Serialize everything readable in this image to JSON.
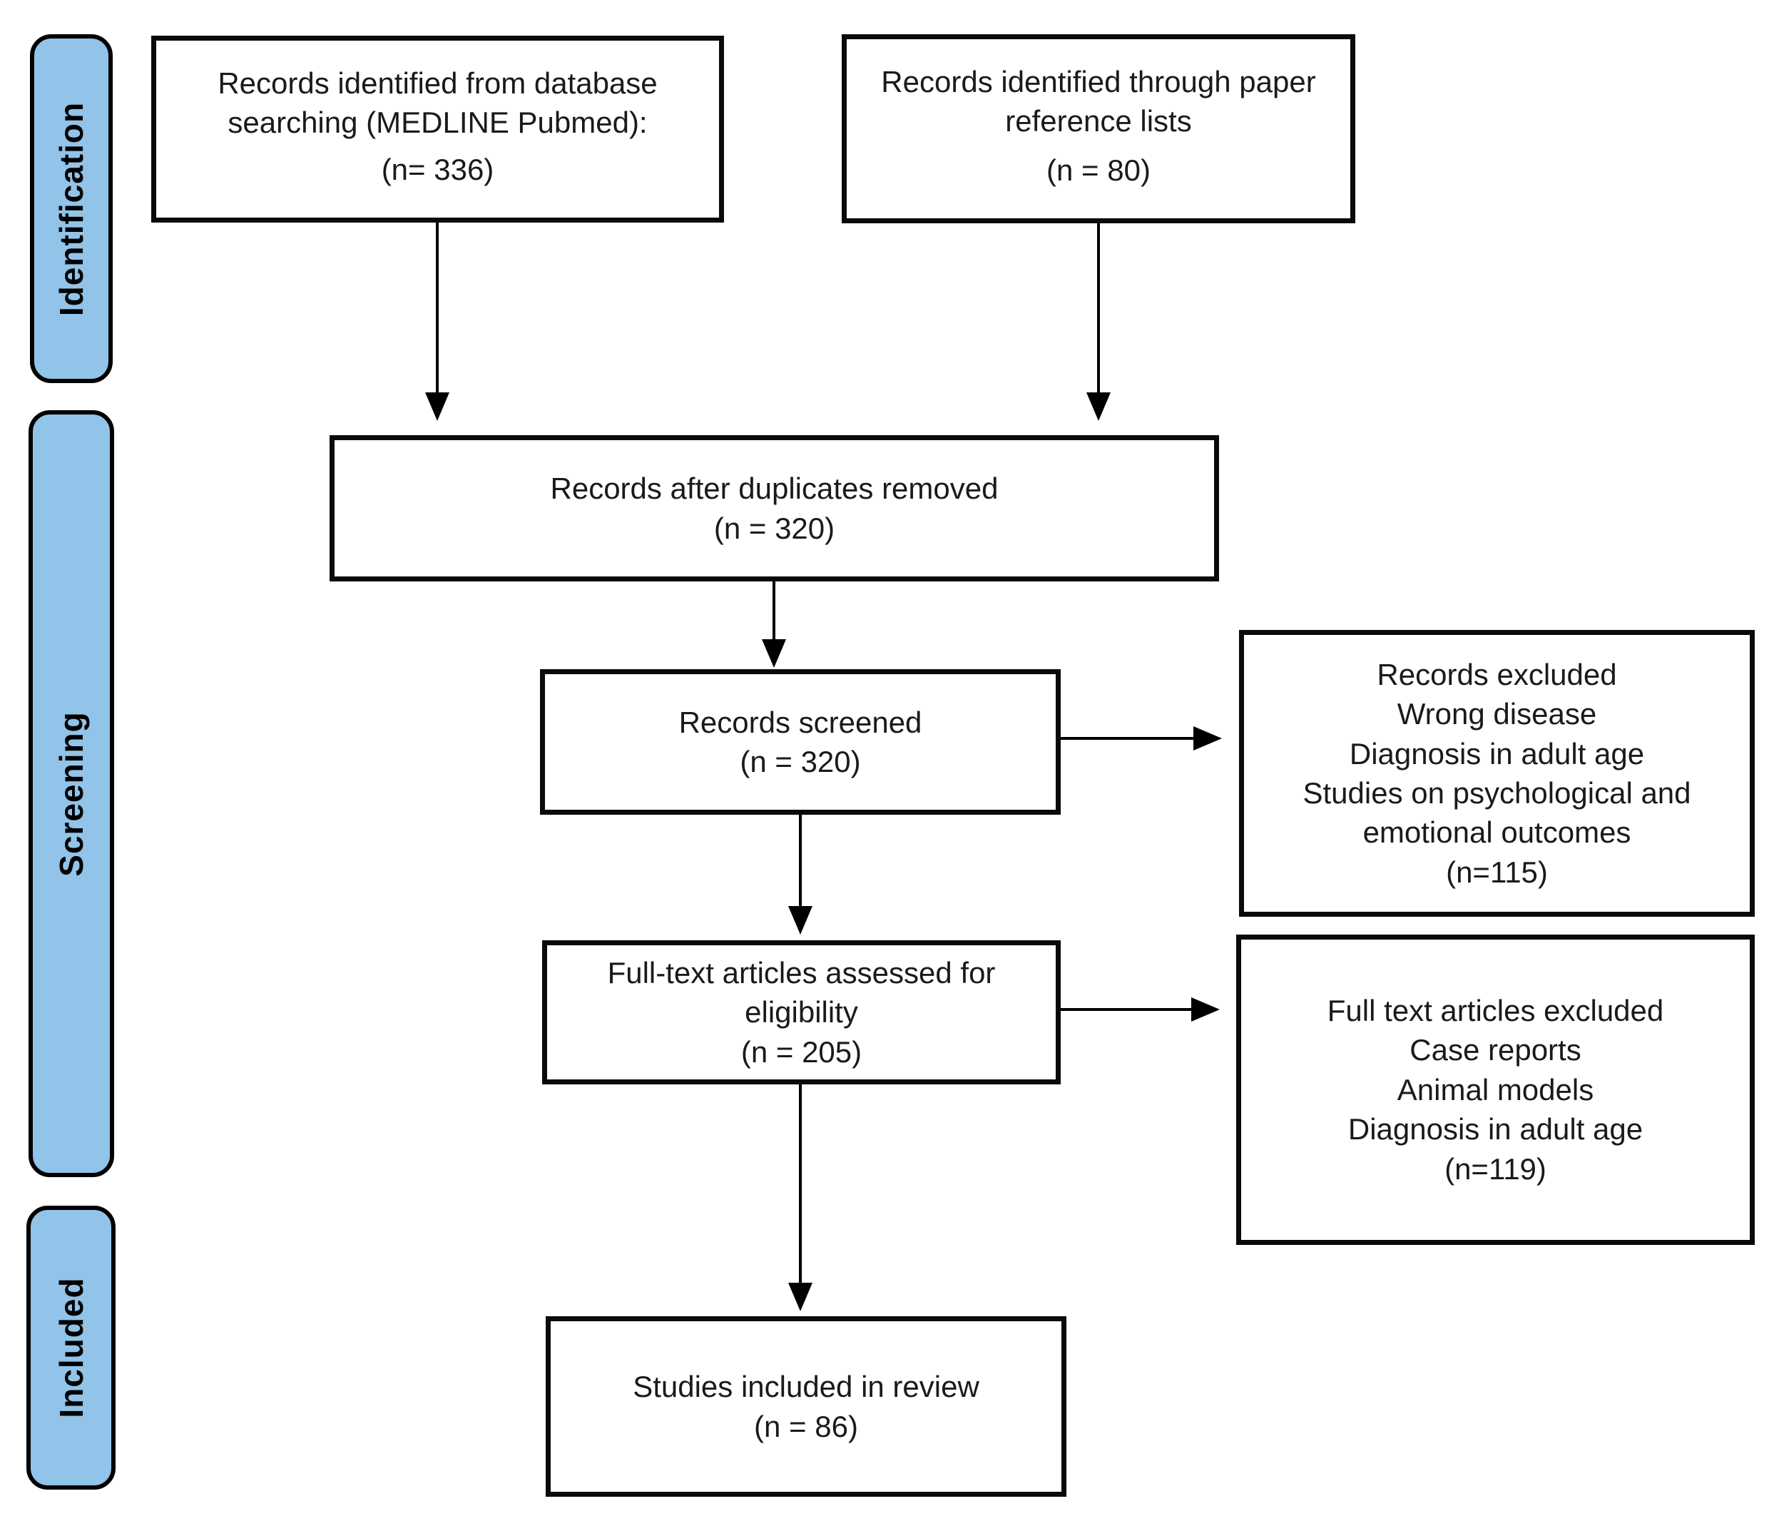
{
  "diagram": {
    "type": "prisma-flow-diagram",
    "stage_labels": [
      {
        "id": "identification",
        "label": "Identification"
      },
      {
        "id": "screening",
        "label": "Screening"
      },
      {
        "id": "included",
        "label": "Included"
      }
    ],
    "nodes": {
      "identified_database": {
        "title": "Records identified from database searching (MEDLINE Pubmed):",
        "count": "(n= 336)"
      },
      "identified_references": {
        "title": "Records identified through paper reference lists",
        "count": "(n = 80)"
      },
      "after_duplicates": {
        "title": "Records after duplicates removed",
        "count": "(n = 320)"
      },
      "screened": {
        "title": "Records screened",
        "count": "(n = 320)"
      },
      "records_excluded": {
        "title": "Records excluded",
        "reasons": [
          "Wrong disease",
          "Diagnosis in adult age",
          "Studies on psychological and emotional outcomes"
        ],
        "count": "(n=115)"
      },
      "fulltext_assessed": {
        "title": "Full-text articles assessed for eligibility",
        "count": "(n = 205)"
      },
      "fulltext_excluded": {
        "title": "Full text articles excluded",
        "reasons": [
          "Case reports",
          "Animal models",
          "Diagnosis in adult age"
        ],
        "count": "(n=119)"
      },
      "included_review": {
        "title": "Studies included in review",
        "count": "(n = 86)"
      }
    },
    "colors": {
      "stage_fill": "#92C3E8",
      "border": "#000000",
      "box_fill": "#FFFFFF",
      "arrow": "#000000",
      "background": "#FFFFFF"
    }
  }
}
